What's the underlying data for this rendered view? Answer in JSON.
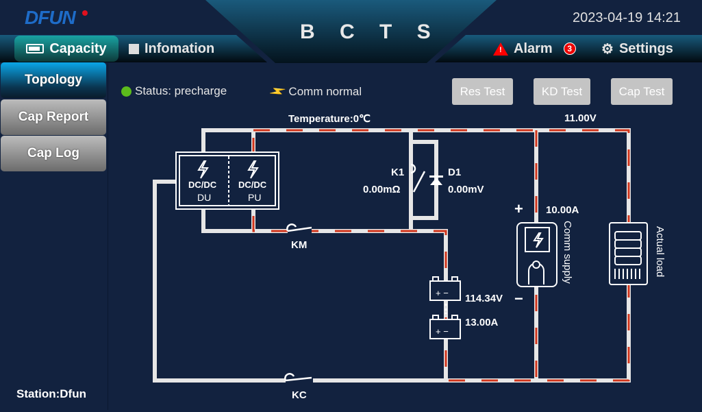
{
  "header": {
    "logo": "DFUN",
    "title": "B C T S",
    "datetime": "2023-04-19 14:21"
  },
  "nav": {
    "capacity": "Capacity",
    "information": "Infomation",
    "alarm": "Alarm",
    "alarm_count": "3",
    "settings": "Settings"
  },
  "sidebar": {
    "items": [
      {
        "label": "Topology",
        "active": true
      },
      {
        "label": "Cap Report"
      },
      {
        "label": "Cap Log"
      }
    ],
    "station": "Station:Dfun"
  },
  "status": {
    "text": "Status: precharge",
    "comm": "Comm normal",
    "status_color": "#5cbb1c"
  },
  "buttons": {
    "res": "Res Test",
    "kd": "KD Test",
    "cap": "Cap Test"
  },
  "diagram": {
    "temperature": "Temperature:0℃",
    "bus_voltage": "11.00V",
    "dc1": "DC/DC",
    "du": "DU",
    "dc2": "DC/DC",
    "pu": "PU",
    "k1": "K1",
    "k1_value": "0.00mΩ",
    "d1": "D1",
    "d1_value": "0.00mV",
    "km": "KM",
    "kc": "KC",
    "battery_voltage": "114.34V",
    "battery_current": "13.00A",
    "supply_current": "10.00A",
    "plus": "+",
    "minus": "−",
    "comm_supply": "Comm supply",
    "actual_load": "Actual load",
    "flow_color": "#d0341b"
  }
}
